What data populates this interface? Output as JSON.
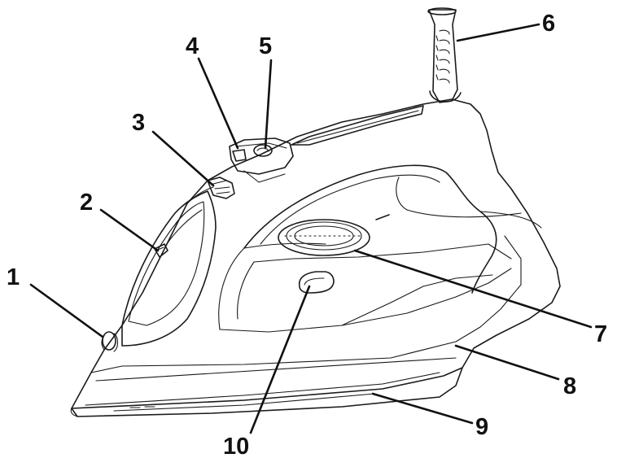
{
  "callouts": [
    {
      "id": "c1",
      "label": "1"
    },
    {
      "id": "c2",
      "label": "2"
    },
    {
      "id": "c3",
      "label": "3"
    },
    {
      "id": "c4",
      "label": "4"
    },
    {
      "id": "c5",
      "label": "5"
    },
    {
      "id": "c6",
      "label": "6"
    },
    {
      "id": "c7",
      "label": "7"
    },
    {
      "id": "c8",
      "label": "8"
    },
    {
      "id": "c9",
      "label": "9"
    },
    {
      "id": "c10",
      "label": "10"
    }
  ],
  "colors": {
    "line": "#1a1a1a",
    "background": "#ffffff"
  }
}
